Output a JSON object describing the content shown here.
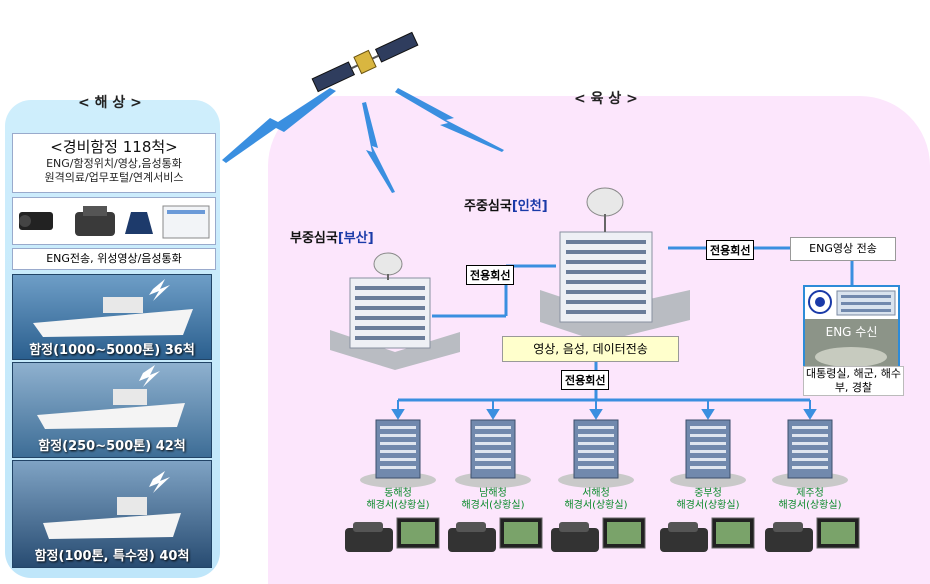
{
  "sea": {
    "title": "< 해 상 >",
    "fleet_title": "<경비함정 118척>",
    "fleet_line1": "ENG/함정위치/영상,음성통화",
    "fleet_line2": "원격의료/업무포털/연계서비스",
    "service": "ENG전송, 위성영상/음성통화",
    "ships": [
      {
        "label": "함정(1000~5000톤) 36척"
      },
      {
        "label": "함정(250~500톤)  42척"
      },
      {
        "label": "함정(100톤, 특수정)  40척"
      }
    ]
  },
  "land": {
    "title": "< 육 상 >",
    "main_hub": {
      "prefix": "주중심국",
      "city": "[인천]"
    },
    "sub_hub": {
      "prefix": "부중심국",
      "city": "[부산]"
    },
    "line_label": "전용회선",
    "data_transfer": "영상, 음성, 데이터전송",
    "eng_transfer": "ENG영상 전송",
    "eng_receive": "ENG 수신",
    "partners": "대통령실, 해군, 해수부, 경찰",
    "branches": [
      {
        "name": "동해청",
        "sub": "해경서(상황실)"
      },
      {
        "name": "남해청",
        "sub": "해경서(상황실)"
      },
      {
        "name": "서해청",
        "sub": "해경서(상황실)"
      },
      {
        "name": "중부청",
        "sub": "해경서(상황실)"
      },
      {
        "name": "제주청",
        "sub": "해경서(상황실)"
      }
    ]
  },
  "colors": {
    "line": "#3a8fe0",
    "land_bg": "#fce6fc",
    "sea_bg": "#c8eafb",
    "city": "#1a3aa8",
    "branch": "#0a8a2a"
  }
}
